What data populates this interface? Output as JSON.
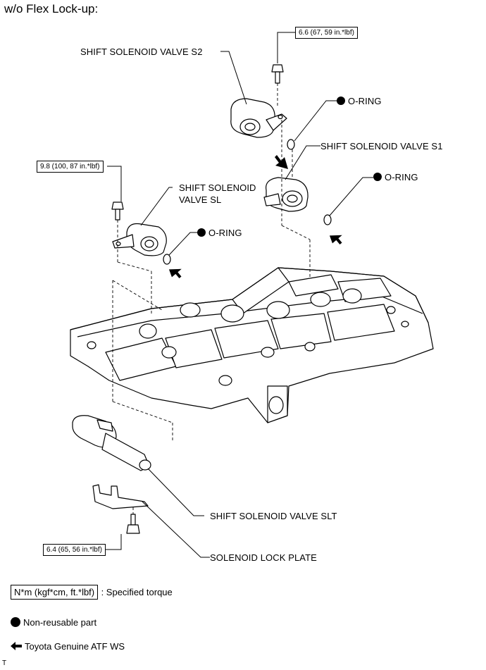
{
  "heading": "w/o Flex Lock-up:",
  "callouts": {
    "shift_solenoid_s2": "SHIFT SOLENOID VALVE S2",
    "oring_s2": "O-RING",
    "shift_solenoid_s1": "SHIFT SOLENOID VALVE S1",
    "oring_s1": "O-RING",
    "shift_solenoid_sl_line1": "SHIFT SOLENOID",
    "shift_solenoid_sl_line2": "VALVE SL",
    "oring_sl": "O-RING",
    "shift_solenoid_slt": "SHIFT SOLENOID VALVE SLT",
    "lock_plate": "SOLENOID LOCK PLATE"
  },
  "torques": {
    "s2_bolt": "6.6 (67, 59 in.*lbf)",
    "sl_bolt": "9.8 (100, 87 in.*lbf)",
    "lock_plate_bolt": "6.4 (65, 56 in.*lbf)"
  },
  "legend": {
    "torque_box": "N*m (kgf*cm, ft.*lbf)",
    "torque_desc": ": Specified torque",
    "nonreusable": "Non-reusable part",
    "atf": "Toyota Genuine ATF WS"
  },
  "footer_mark": "T",
  "icons": {
    "nonreusable": "filled-circle-icon",
    "atf": "arrow-left-icon"
  }
}
